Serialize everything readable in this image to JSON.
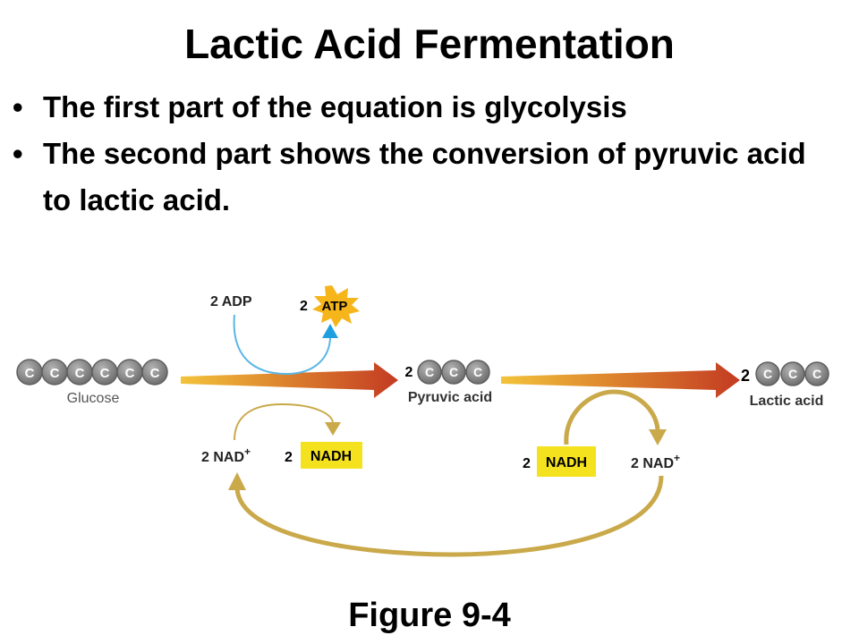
{
  "title": "Lactic Acid Fermentation",
  "bullets": [
    "The first part of the equation is glycolysis",
    "The second part shows the conversion of pyruvic acid to lactic acid."
  ],
  "bullet_symbol": "•",
  "diagram": {
    "carbon_symbol": "C",
    "glucose_label": "Glucose",
    "pyruvic": {
      "count": "2",
      "label": "Pyruvic acid"
    },
    "lactic": {
      "count": "2",
      "label": "Lactic acid"
    },
    "adp": "2 ADP",
    "atp": {
      "count": "2",
      "label": "ATP"
    },
    "nad_left": {
      "text": "2 NAD",
      "sup": "+"
    },
    "nadh_left": {
      "count": "2",
      "label": "NADH"
    },
    "nadh_right": {
      "count": "2",
      "label": "NADH"
    },
    "nad_right": {
      "text": "2 NAD",
      "sup": "+"
    },
    "colors": {
      "carbon": "#8c8c8c",
      "nadh_box": "#f5e21f",
      "atp_burst": "#f6b51b",
      "arrow_start": "#f3c33a",
      "arrow_end": "#c33b22",
      "loop": "#c9a94a",
      "adp_arrow": "#5bb6e6",
      "adp_head": "#1e9fe0"
    }
  },
  "caption": "Figure 9-4"
}
